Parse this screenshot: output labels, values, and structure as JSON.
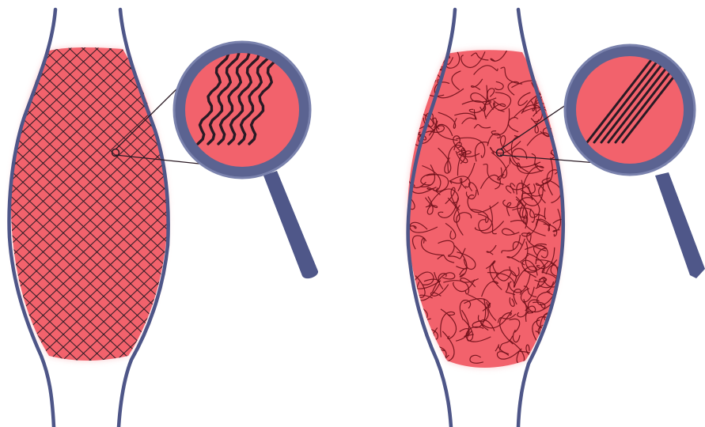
{
  "colors": {
    "background": "#ffffff",
    "tissue_fill": "#f2626c",
    "tissue_glow": "#f7a3a8",
    "outline": "#4e5688",
    "lens_ring": "#5b6391",
    "lens_ring_light": "#7a82ad",
    "handle": "#4f5789",
    "fiber_dark": "#2a1a24",
    "fiber_tangle": "#6e0f1a"
  },
  "panels": [
    {
      "id": "organized",
      "fiber_pattern": "diamond-mesh",
      "magnified_fibers": "wavy-parallel",
      "icon": "magnifying-glass-icon"
    },
    {
      "id": "disorganized",
      "fiber_pattern": "random-tangle",
      "magnified_fibers": "straight-parallel",
      "icon": "magnifying-glass-icon"
    }
  ]
}
